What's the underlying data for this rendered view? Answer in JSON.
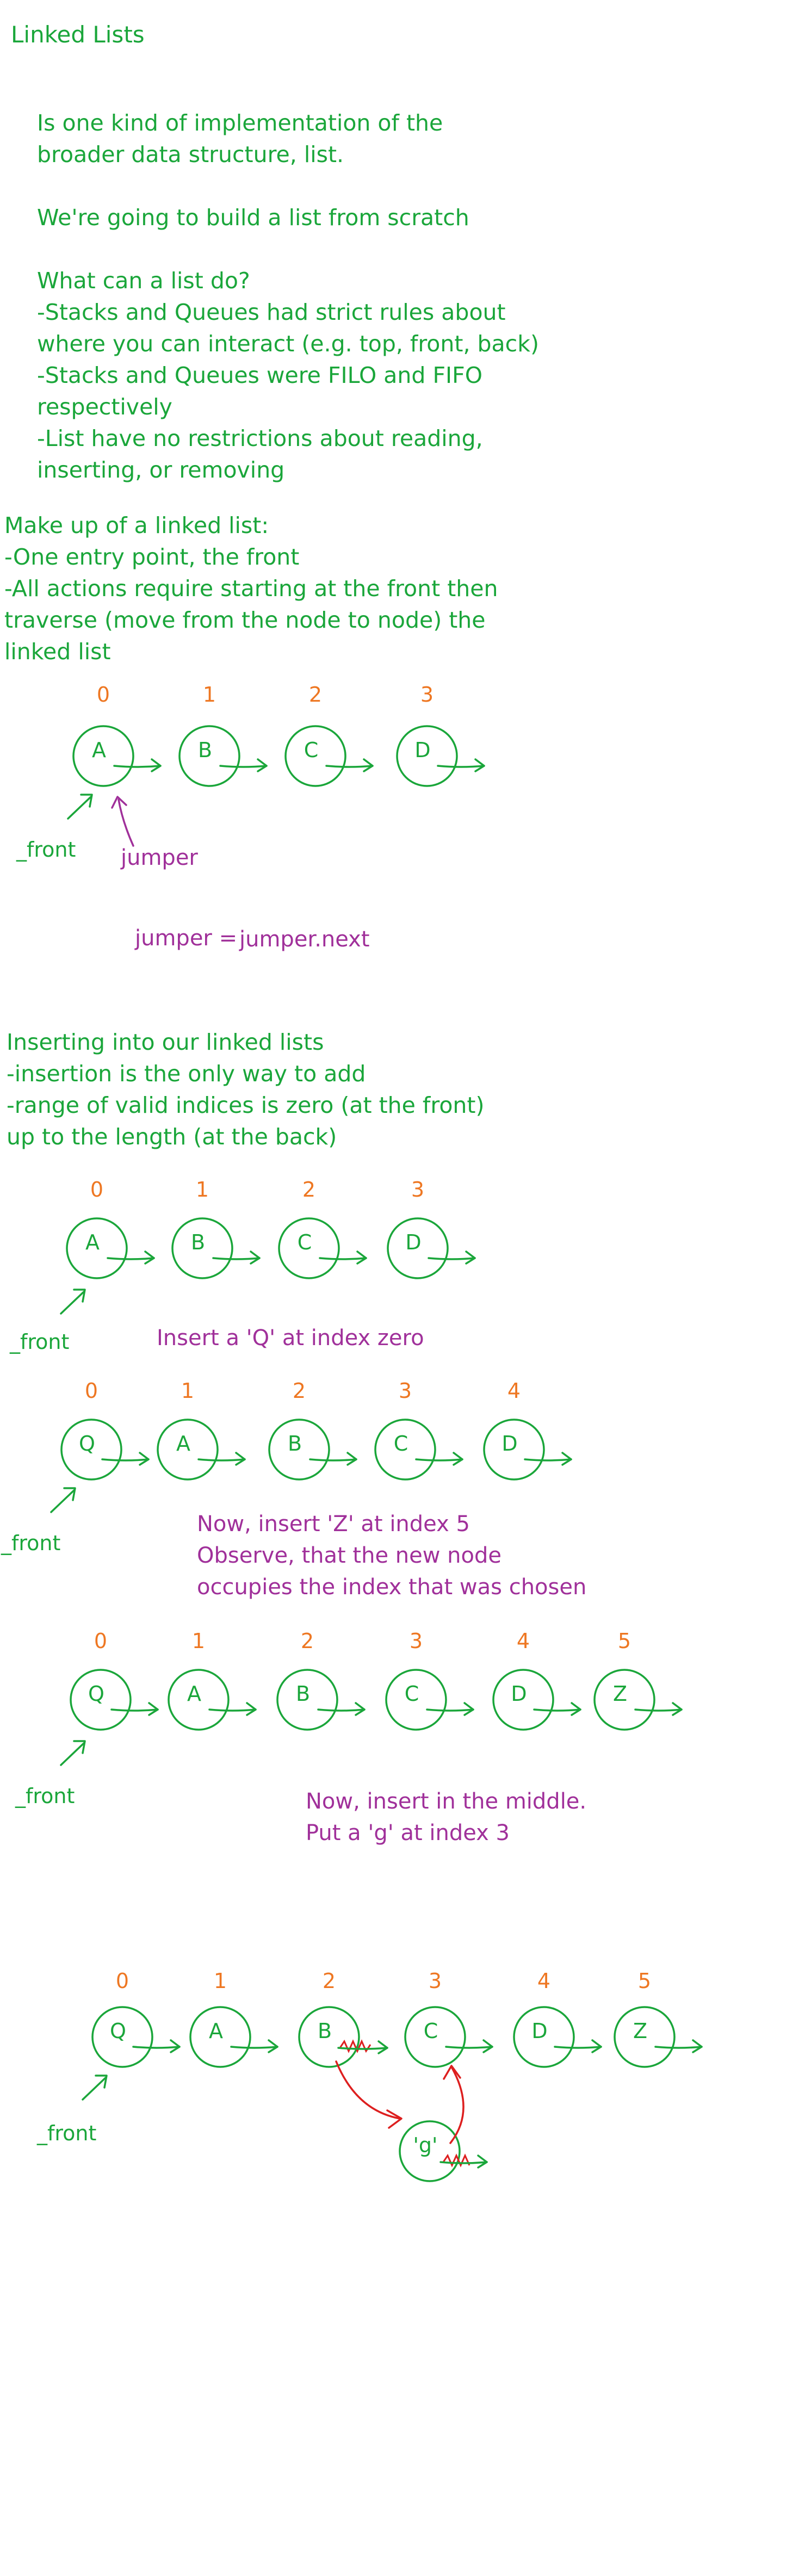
{
  "page_title": "Linked Lists",
  "colors": {
    "green": "#1aa63a",
    "orange": "#ee7722",
    "purple": "#a0309a",
    "red": "#dd1f1f"
  },
  "intro": [
    "Is one kind of implementation of the",
    "broader data structure, list.",
    "",
    "We're going to build a list from scratch",
    "",
    "What can a list do?",
    "-Stacks and Queues had strict rules about",
    "where you can interact (e.g. top, front, back)",
    "-Stacks and Queues were FILO and FIFO",
    "respectively",
    "-List have no restrictions about reading,",
    "inserting, or removing"
  ],
  "makeup": [
    "Make up of a linked list:",
    "-One entry point, the front",
    "-All actions require starting at the front then",
    "   traverse (move from the node to node) the",
    "   linked list"
  ],
  "inserting": [
    "Inserting into our linked lists",
    "-insertion is the only way to add",
    "-range of valid indices is zero (at the front)",
    "   up to the length (at the back)"
  ],
  "labels": {
    "front": "_front",
    "jumper": "jumper",
    "jumper_eq": "jumper =",
    "jumper_next": "jumper.next"
  },
  "notes": {
    "insert_q": "Insert a 'Q' at index zero",
    "insert_z": [
      "Now, insert 'Z' at index 5",
      "Observe, that the new node",
      "occupies the index that was chosen"
    ],
    "insert_mid": [
      "Now, insert in the middle.",
      "Put a 'g' at index 3"
    ]
  },
  "diagrams": [
    {
      "indices": [
        "0",
        "1",
        "2",
        "3"
      ],
      "nodes": [
        "A",
        "B",
        "C",
        "D"
      ]
    },
    {
      "indices": [
        "0",
        "1",
        "2",
        "3"
      ],
      "nodes": [
        "A",
        "B",
        "C",
        "D"
      ]
    },
    {
      "indices": [
        "0",
        "1",
        "2",
        "3",
        "4"
      ],
      "nodes": [
        "Q",
        "A",
        "B",
        "C",
        "D"
      ]
    },
    {
      "indices": [
        "0",
        "1",
        "2",
        "3",
        "4",
        "5"
      ],
      "nodes": [
        "Q",
        "A",
        "B",
        "C",
        "D",
        "Z"
      ]
    },
    {
      "indices": [
        "0",
        "1",
        "2",
        "3",
        "4",
        "5"
      ],
      "nodes": [
        "Q",
        "A",
        "B",
        "C",
        "D",
        "Z"
      ],
      "inserted": "'g'"
    }
  ]
}
